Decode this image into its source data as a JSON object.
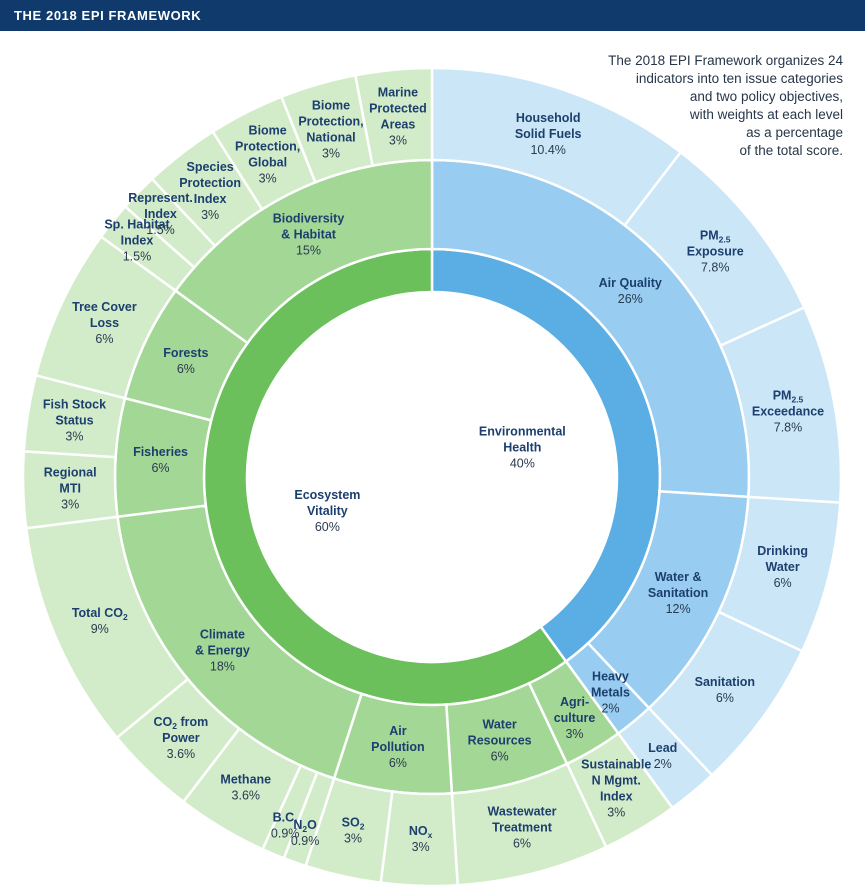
{
  "header": {
    "title": "THE 2018 EPI FRAMEWORK"
  },
  "description": [
    "The 2018 EPI Framework organizes 24",
    "indicators into ten issue categories",
    "and two policy objectives,",
    "with weights at each level",
    "as a percentage",
    "of the total score."
  ],
  "colors": {
    "health_inner": "#5baee4",
    "health_mid": "#98ccf0",
    "health_outer": "#cbe6f7",
    "eco_inner": "#6cc05c",
    "eco_mid": "#a3d796",
    "eco_outer": "#d2ecc9",
    "label": "#1c3f6e",
    "header_bg": "#0f3a6b"
  },
  "chart_data": {
    "type": "sunburst",
    "objectives": [
      {
        "name": "Environmental Health",
        "weight": 40,
        "label": "40%",
        "categories": [
          {
            "name": "Air Quality",
            "weight": 26,
            "label": "26%",
            "indicators": [
              {
                "name": "Household Solid Fuels",
                "weight": 10.4,
                "label": "10.4%"
              },
              {
                "name": "PM2.5 Exposure",
                "weight": 7.8,
                "label": "7.8%"
              },
              {
                "name": "PM2.5 Exceedance",
                "weight": 7.8,
                "label": "7.8%"
              }
            ]
          },
          {
            "name": "Water & Sanitation",
            "weight": 12,
            "label": "12%",
            "indicators": [
              {
                "name": "Drinking Water",
                "weight": 6,
                "label": "6%"
              },
              {
                "name": "Sanitation",
                "weight": 6,
                "label": "6%"
              }
            ]
          },
          {
            "name": "Heavy Metals",
            "weight": 2,
            "label": "2%",
            "indicators": [
              {
                "name": "Lead",
                "weight": 2,
                "label": "2%"
              }
            ]
          }
        ]
      },
      {
        "name": "Ecosystem Vitality",
        "weight": 60,
        "label": "60%",
        "categories": [
          {
            "name": "Agriculture",
            "weight": 3,
            "label": "3%",
            "indicators": [
              {
                "name": "Sustainable N Mgmt. Index",
                "weight": 3,
                "label": "3%"
              }
            ]
          },
          {
            "name": "Water Resources",
            "weight": 6,
            "label": "6%",
            "indicators": [
              {
                "name": "Wastewater Treatment",
                "weight": 6,
                "label": "6%"
              }
            ]
          },
          {
            "name": "Air Pollution",
            "weight": 6,
            "label": "6%",
            "indicators": [
              {
                "name": "NOx",
                "weight": 3,
                "label": "3%"
              },
              {
                "name": "SO2",
                "weight": 3,
                "label": "3%"
              }
            ]
          },
          {
            "name": "Climate & Energy",
            "weight": 18,
            "label": "18%",
            "indicators": [
              {
                "name": "N2O",
                "weight": 0.9,
                "label": "0.9%"
              },
              {
                "name": "B.C.",
                "weight": 0.9,
                "label": "0.9%"
              },
              {
                "name": "Methane",
                "weight": 3.6,
                "label": "3.6%"
              },
              {
                "name": "CO2 from Power",
                "weight": 3.6,
                "label": "3.6%"
              },
              {
                "name": "Total CO2",
                "weight": 9,
                "label": "9%"
              }
            ]
          },
          {
            "name": "Fisheries",
            "weight": 6,
            "label": "6%",
            "indicators": [
              {
                "name": "Regional MTI",
                "weight": 3,
                "label": "3%"
              },
              {
                "name": "Fish Stock Status",
                "weight": 3,
                "label": "3%"
              }
            ]
          },
          {
            "name": "Forests",
            "weight": 6,
            "label": "6%",
            "indicators": [
              {
                "name": "Tree Cover Loss",
                "weight": 6,
                "label": "6%"
              }
            ]
          },
          {
            "name": "Biodiversity & Habitat",
            "weight": 15,
            "label": "15%",
            "indicators": [
              {
                "name": "Sp. Habitat Index",
                "weight": 1.5,
                "label": "1.5%"
              },
              {
                "name": "Represent. Index",
                "weight": 1.5,
                "label": "1.5%"
              },
              {
                "name": "Species Protection Index",
                "weight": 3,
                "label": "3%"
              },
              {
                "name": "Biome Protection, Global",
                "weight": 3,
                "label": "3%"
              },
              {
                "name": "Biome Protection, National",
                "weight": 3,
                "label": "3%"
              },
              {
                "name": "Marine Protected Areas",
                "weight": 3,
                "label": "3%"
              }
            ]
          }
        ]
      }
    ]
  }
}
